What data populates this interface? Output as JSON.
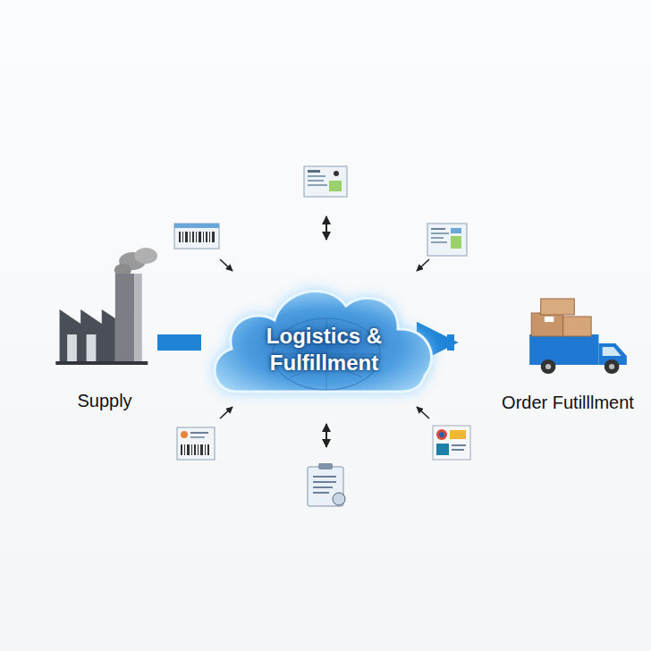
{
  "diagram": {
    "nodes": [
      {
        "text": [
          "Supply"
        ]
      },
      {
        "text": [
          "Logistics & Fulfillment"
        ]
      },
      {
        "text": [
          "Order Futilllment"
        ]
      }
    ],
    "edges": [
      {
        "from": 0,
        "to": 1,
        "arrow": "none"
      },
      {
        "from": 1,
        "to": 2,
        "arrow": "to"
      }
    ]
  }
}
